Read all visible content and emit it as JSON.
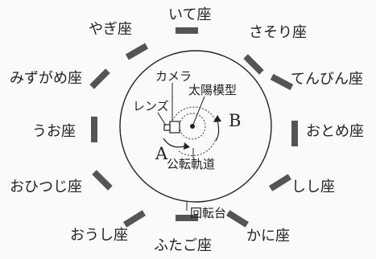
{
  "constellations": {
    "ite": "いて座",
    "yagi": "やぎ座",
    "sasori": "さそり座",
    "mizugame": "みずがめ座",
    "tenbin": "てんびん座",
    "uo": "うお座",
    "otome": "おとめ座",
    "ohitsuji": "おひつじ座",
    "shishi": "しし座",
    "oushi": "おうし座",
    "kani": "かに座",
    "futago": "ふたご座"
  },
  "parts": {
    "camera": "カメラ",
    "lens": "レンズ",
    "sun_model": "太陽模型",
    "orbit": "公転軌道",
    "turntable": "回転台"
  },
  "positions": {
    "a": "A",
    "b": "B"
  },
  "colors": {
    "panel": "#555555",
    "line": "#222222",
    "background": "#fbfaf8"
  }
}
